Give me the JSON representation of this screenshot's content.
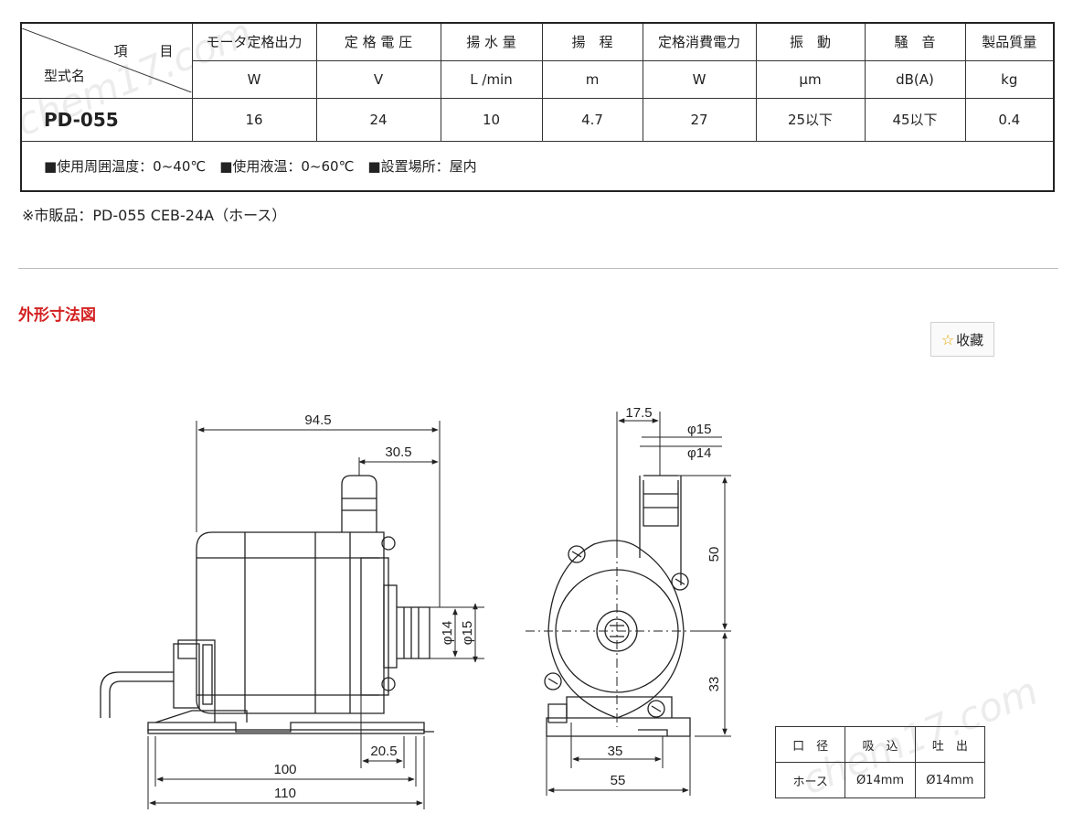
{
  "spec": {
    "corner_item": "項　目",
    "corner_model": "型式名",
    "columns": [
      {
        "name": "モータ定格出力",
        "unit": "W",
        "value": "16"
      },
      {
        "name": "定 格 電 圧",
        "unit": "V",
        "value": "24"
      },
      {
        "name": "揚 水 量",
        "unit": "L /min",
        "value": "10"
      },
      {
        "name": "揚　程",
        "unit": "m",
        "value": "4.7"
      },
      {
        "name": "定格消費電力",
        "unit": "W",
        "value": "27"
      },
      {
        "name": "振　動",
        "unit": "μm",
        "value": "25以下"
      },
      {
        "name": "騒　音",
        "unit": "dB(A)",
        "value": "45以下"
      },
      {
        "name": "製品質量",
        "unit": "kg",
        "value": "0.4"
      }
    ],
    "model": "PD-055",
    "conditions": "■使用周囲温度：0~40℃　■使用液温：0~60℃　■設置場所：屋内"
  },
  "note": "※市販品：PD-055 CEB-24A（ホース）",
  "section_title": "外形寸法図",
  "favorite": {
    "icon": "star-icon",
    "label": "收藏"
  },
  "watermark_text": "chem17.com",
  "dims": {
    "w94_5": "94.5",
    "w30_5": "30.5",
    "w20_5": "20.5",
    "w100": "100",
    "w110": "110",
    "w17_5": "17.5",
    "d15a": "φ15",
    "d14a": "φ14",
    "d14b": "φ14",
    "d15b": "φ15",
    "h50": "50",
    "h33": "33",
    "w35": "35",
    "w55": "55"
  },
  "port_table": {
    "headers": [
      "口　径",
      "吸　込",
      "吐　出"
    ],
    "row": [
      "ホース",
      "Ø14mm",
      "Ø14mm"
    ]
  }
}
